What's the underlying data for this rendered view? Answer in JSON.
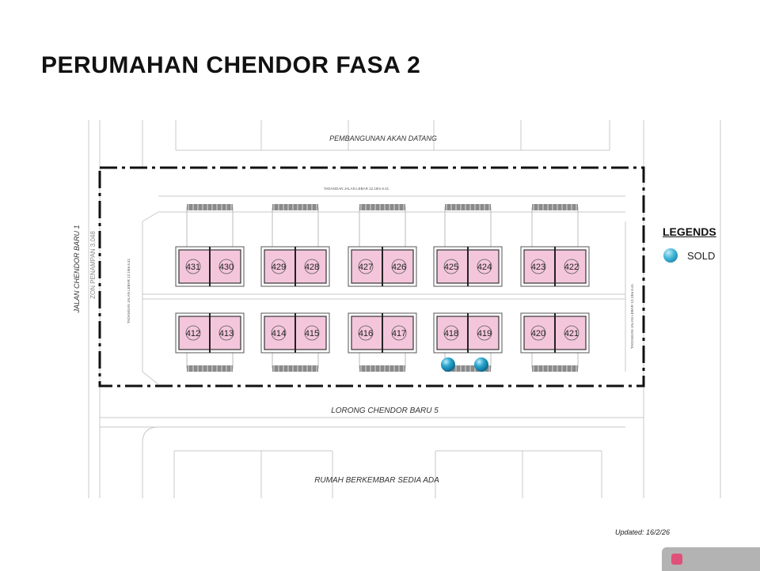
{
  "title": "PERUMAHAN CHENDOR FASA 2",
  "map": {
    "top_label": "PEMBANGUNAN AKAN DATANG",
    "inner_road_label": "TADANGAN JALAN LEBAR 12.19m 6.41",
    "left_road_label": "JALAN CHENDOR BARU 1",
    "left_zone_label": "ZON PENAMPAN 3.048",
    "left_inner_label": "TADANGAN JALAN LEBAR 12.19m 6.41",
    "right_inner_label": "TADANGAN JALAN LEBAR 12.19m 6.41",
    "lorong_label": "LORONG CHENDOR BARU 5",
    "bottom_label": "RUMAH BERKEMBAR SEDIA ADA",
    "top_row_units": [
      "431",
      "430",
      "429",
      "428",
      "427",
      "426",
      "425",
      "424",
      "423",
      "422"
    ],
    "bottom_row_units": [
      "412",
      "413",
      "414",
      "415",
      "416",
      "417",
      "418",
      "419",
      "420",
      "421"
    ],
    "sold_units": [
      "418",
      "419"
    ],
    "sold_color": "#2aa8d0",
    "unit_fill": "#f4c6dc"
  },
  "legend": {
    "title": "LEGENDS",
    "items": [
      {
        "label": "SOLD",
        "icon": "sold-dot-icon"
      }
    ]
  },
  "updated": "Updated: 16/2/26"
}
